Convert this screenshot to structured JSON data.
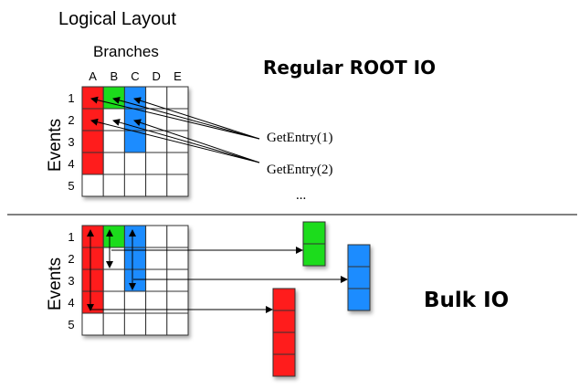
{
  "logical_layout": {
    "title": "Logical Layout",
    "branches_label": "Branches",
    "branch_columns": [
      "A",
      "B",
      "C",
      "D",
      "E"
    ],
    "events_label": "Events",
    "event_rows": [
      "1",
      "2",
      "3",
      "4",
      "5"
    ]
  },
  "regular": {
    "title": "Regular ROOT IO",
    "calls": [
      "GetEntry(1)",
      "GetEntry(2)"
    ],
    "ellipsis": "..."
  },
  "bulk": {
    "title": "Bulk IO",
    "events_label": "Events",
    "event_rows": [
      "1",
      "2",
      "3",
      "4",
      "5"
    ]
  },
  "colors": {
    "branch_a": "#ff1a1a",
    "branch_b": "#1fdc1f",
    "branch_c": "#1a8cff",
    "grid_line": "#333333",
    "divider": "#000000"
  },
  "filled_cells": {
    "A": [
      1,
      2,
      3,
      4
    ],
    "B": [
      1
    ],
    "C": [
      1,
      2,
      3
    ]
  }
}
